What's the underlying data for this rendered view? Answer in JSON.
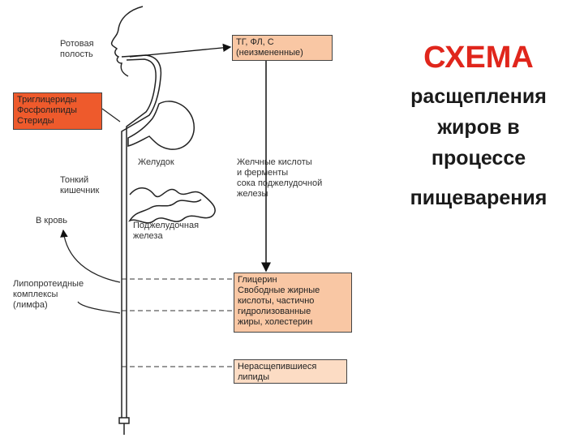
{
  "labels": {
    "oral_cavity": "Ротовая\nполость",
    "stomach": "Желудок",
    "small_intestine": "Тонкий\nкишечник",
    "to_blood": "В кровь",
    "pancreas": "Поджелудочная\nжелеза",
    "lipoproteins": "Липопротеидные\nкомплексы\n(лимфа)",
    "bile": "Желчные кислоты\nи ферменты\nсока поджелудочной\nжелезы"
  },
  "boxes": {
    "dietary_lipids": "Триглицериды\nФосфолипиды\nСтериды",
    "unchanged": "ТГ, ФЛ, С\n(неизмененные)",
    "products": "Глицерин\nСвободные жирные\nкислоты, частично\nгидролизованные\nжиры, холестерин",
    "undigested": "Нерасщепившиеся\nлипиды"
  },
  "title": {
    "main": "СХЕМА",
    "line1": "расщепления",
    "line2": "жиров в",
    "line3": "процессе",
    "line4": "пищеварения"
  },
  "colors": {
    "title_accent": "#e0261c",
    "box_dietary": "#ee5a2c",
    "box_orange": "#f9c7a4",
    "box_peach": "#fcdcc4"
  }
}
